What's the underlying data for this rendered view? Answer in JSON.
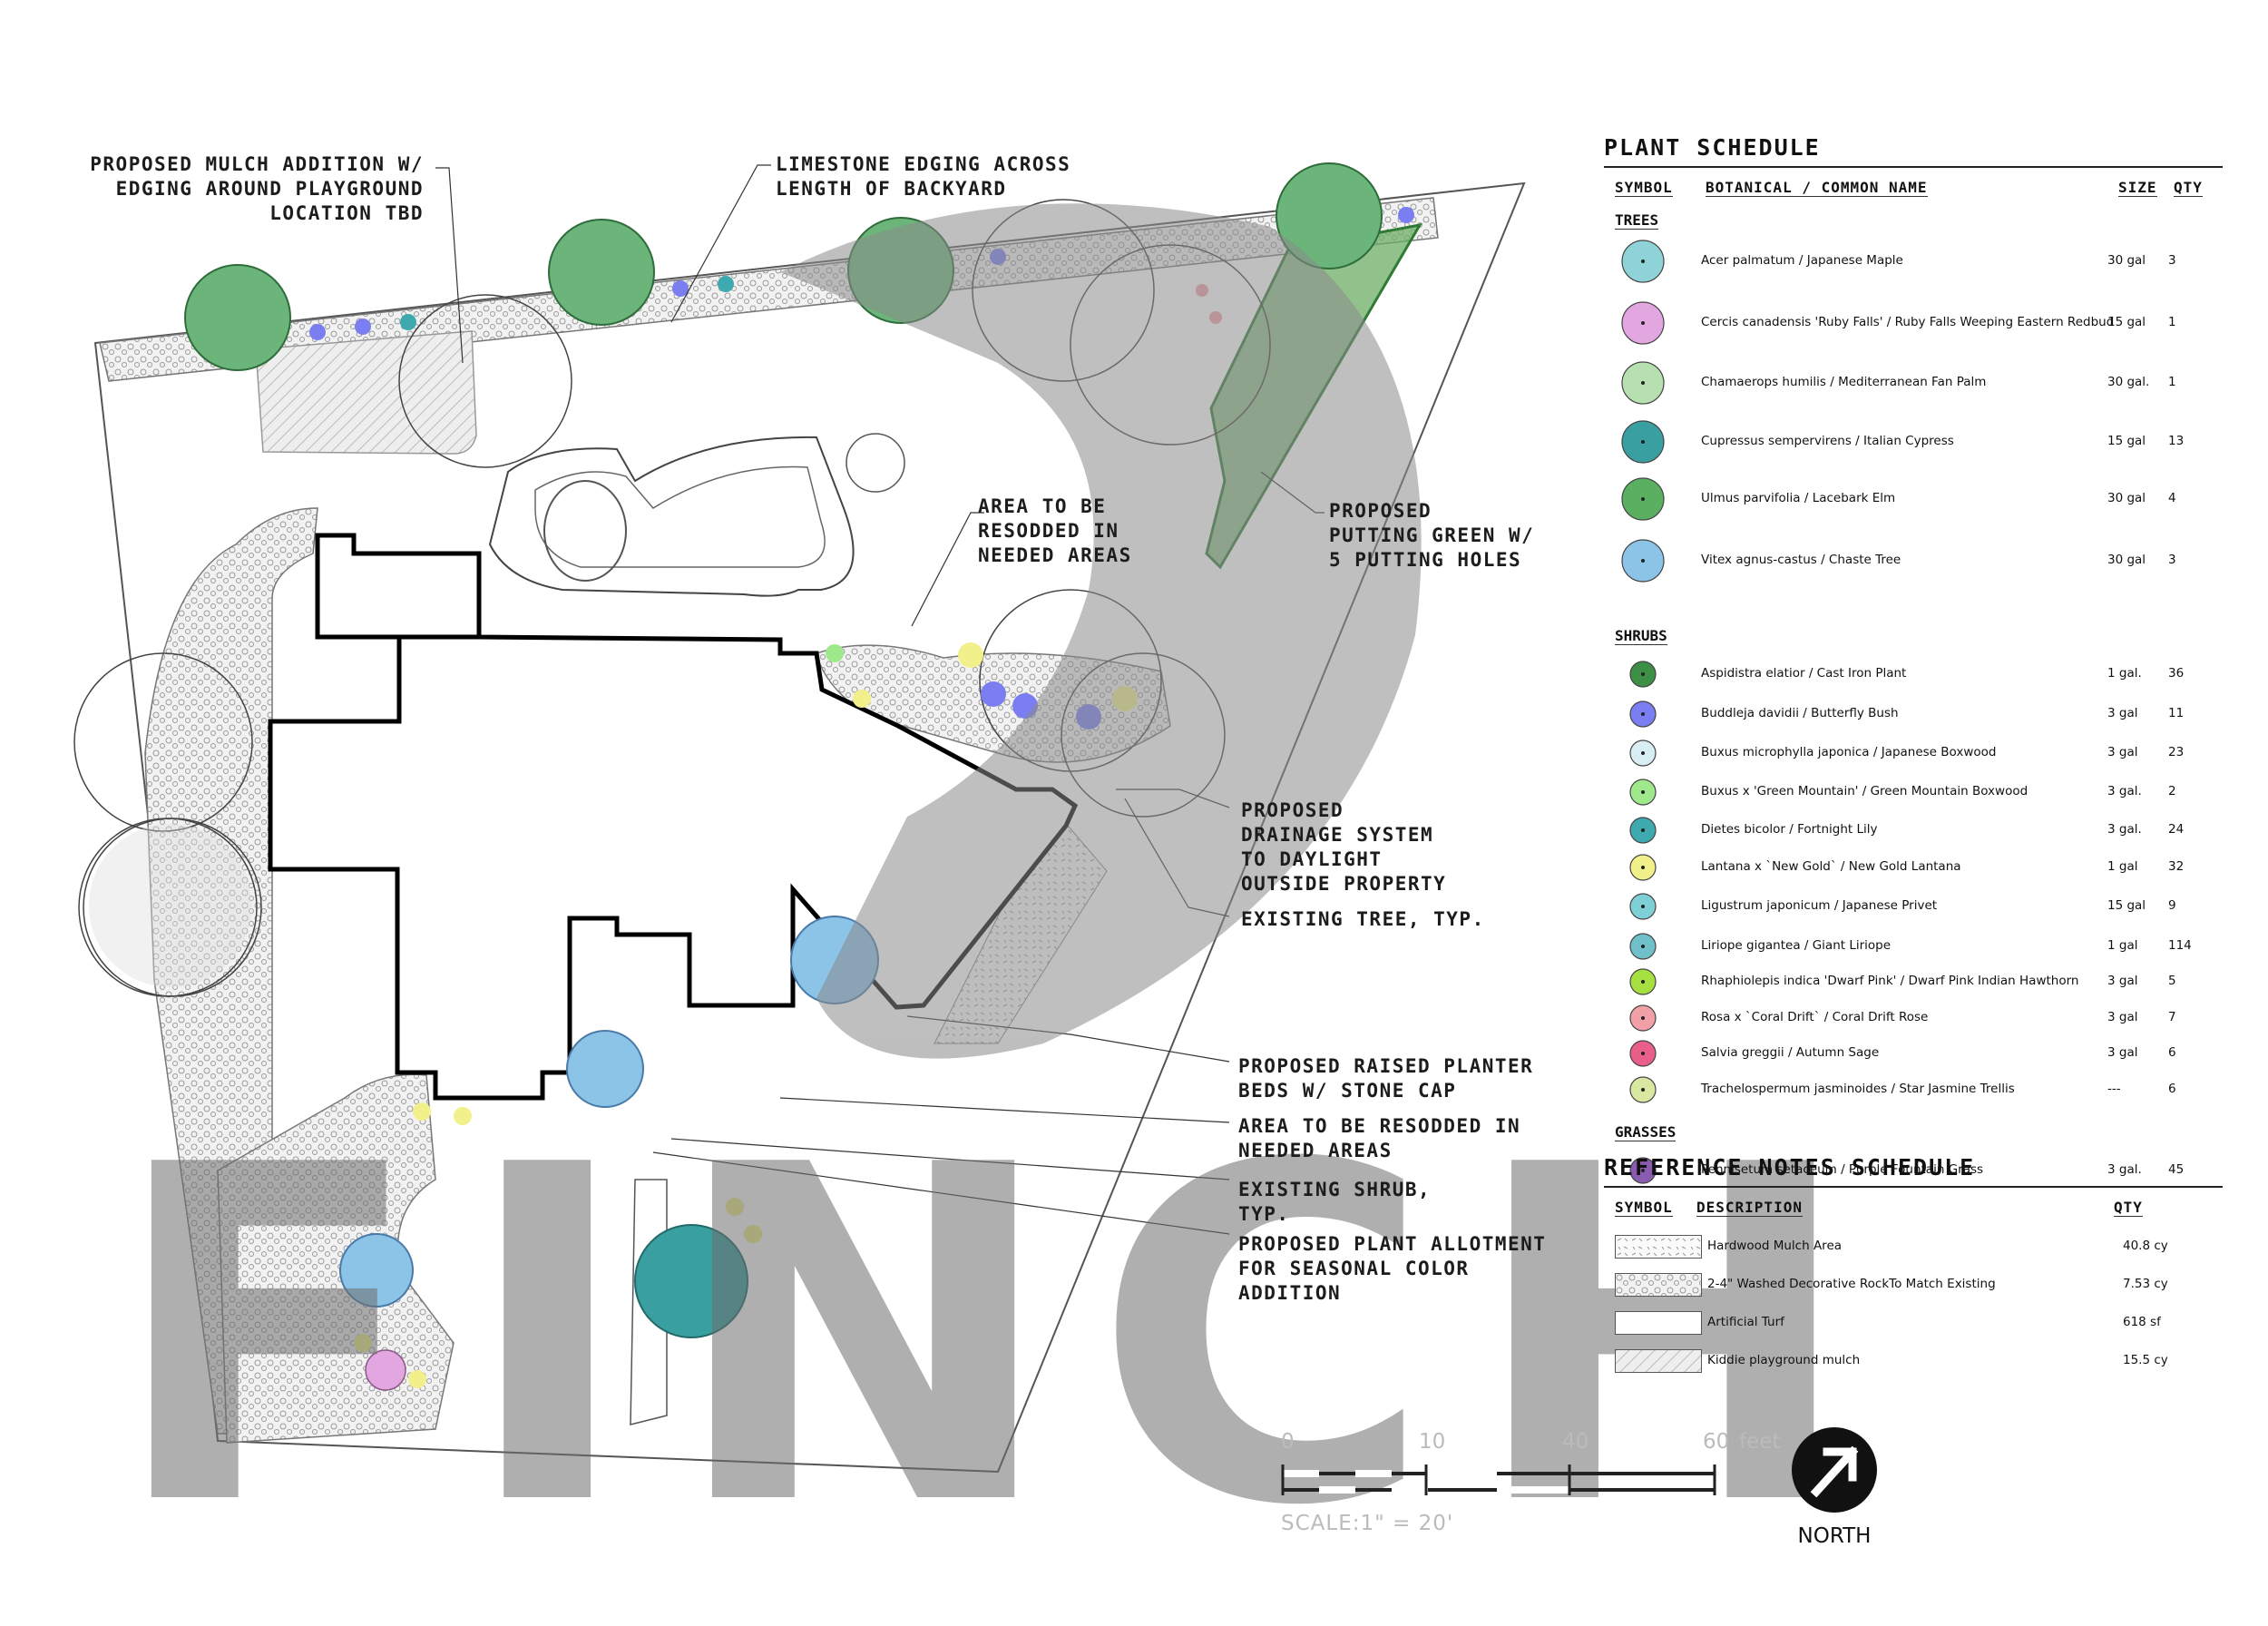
{
  "callouts": {
    "mulch": [
      "PROPOSED MULCH ADDITION W/",
      "EDGING AROUND PLAYGROUND",
      "LOCATION TBD"
    ],
    "limestone": [
      "LIMESTONE EDGING ACROSS",
      "LENGTH OF BACKYARD"
    ],
    "resod_top": [
      "AREA TO BE",
      "RESODDED IN",
      "NEEDED AREAS"
    ],
    "putting": [
      "PROPOSED",
      "PUTTING GREEN W/",
      "5 PUTTING HOLES"
    ],
    "drainage": [
      "PROPOSED",
      "DRAINAGE SYSTEM",
      "TO DAYLIGHT",
      "OUTSIDE PROPERTY"
    ],
    "existing_tree": "EXISTING TREE, TYP.",
    "raised": [
      "PROPOSED RAISED PLANTER",
      "BEDS W/ STONE CAP"
    ],
    "resod_bottom": [
      "AREA TO BE RESODDED IN",
      "NEEDED AREAS"
    ],
    "existing_shrub": [
      "EXISTING SHRUB,",
      "TYP."
    ],
    "allotment": [
      "PROPOSED PLANT ALLOTMENT",
      "FOR SEASONAL COLOR",
      "ADDITION"
    ]
  },
  "watermark": "FINCH",
  "plant_schedule": {
    "title": "PLANT SCHEDULE",
    "headers": {
      "symbol": "SYMBOL",
      "name": "BOTANICAL / COMMON NAME",
      "size": "SIZE",
      "qty": "QTY"
    },
    "groups": {
      "trees": "TREES",
      "shrubs": "SHRUBS",
      "grasses": "GRASSES"
    },
    "trees": [
      {
        "name": "Acer palmatum / Japanese Maple",
        "size": "30 gal",
        "qty": "3",
        "icon": "maple-icon",
        "color": "#8fd3d8"
      },
      {
        "name": "Cercis canadensis 'Ruby Falls' / Ruby Falls Weeping Eastern Redbud",
        "size": "15 gal",
        "qty": "1",
        "icon": "redbud-icon",
        "color": "#e2a6e0"
      },
      {
        "name": "Chamaerops humilis / Mediterranean Fan Palm",
        "size": "30 gal.",
        "qty": "1",
        "icon": "palm-icon",
        "color": "#b7e0b0"
      },
      {
        "name": "Cupressus sempervirens / Italian Cypress",
        "size": "15 gal",
        "qty": "13",
        "icon": "cypress-icon",
        "color": "#3a9fa0"
      },
      {
        "name": "Ulmus parvifolia / Lacebark Elm",
        "size": "30 gal",
        "qty": "4",
        "icon": "elm-icon",
        "color": "#5ab060"
      },
      {
        "name": "Vitex agnus-castus / Chaste Tree",
        "size": "30 gal",
        "qty": "3",
        "icon": "chaste-tree-icon",
        "color": "#8cc4e8"
      }
    ],
    "shrubs": [
      {
        "name": "Aspidistra elatior / Cast Iron Plant",
        "size": "1 gal.",
        "qty": "36",
        "icon": "cast-iron-icon",
        "color": "#3d8f45"
      },
      {
        "name": "Buddleja davidii / Butterfly Bush",
        "size": "3 gal",
        "qty": "11",
        "icon": "butterfly-bush-icon",
        "color": "#7a7ef0"
      },
      {
        "name": "Buxus microphylla japonica / Japanese Boxwood",
        "size": "3 gal",
        "qty": "23",
        "icon": "japanese-boxwood-icon",
        "color": "#d8eef2"
      },
      {
        "name": "Buxus x 'Green Mountain' / Green Mountain Boxwood",
        "size": "3 gal.",
        "qty": "2",
        "icon": "green-mountain-boxwood-icon",
        "color": "#9fe88c"
      },
      {
        "name": "Dietes bicolor / Fortnight Lily",
        "size": "3 gal.",
        "qty": "24",
        "icon": "fortnight-lily-icon",
        "color": "#3eaab0"
      },
      {
        "name": "Lantana x `New Gold` / New Gold Lantana",
        "size": "1 gal",
        "qty": "32",
        "icon": "lantana-icon",
        "color": "#f1f08a"
      },
      {
        "name": "Ligustrum japonicum / Japanese Privet",
        "size": "15 gal",
        "qty": "9",
        "icon": "privet-icon",
        "color": "#7fd0d6"
      },
      {
        "name": "Liriope gigantea / Giant Liriope",
        "size": "1 gal",
        "qty": "114",
        "icon": "liriope-icon",
        "color": "#6fc0c8"
      },
      {
        "name": "Rhaphiolepis indica 'Dwarf Pink' / Dwarf Pink Indian Hawthorn",
        "size": "3 gal",
        "qty": "5",
        "icon": "hawthorn-icon",
        "color": "#a6e040"
      },
      {
        "name": "Rosa x `Coral Drift` / Coral Drift Rose",
        "size": "3 gal",
        "qty": "7",
        "icon": "rose-icon",
        "color": "#f2a0a8"
      },
      {
        "name": "Salvia greggii / Autumn Sage",
        "size": "3 gal",
        "qty": "6",
        "icon": "sage-icon",
        "color": "#e8608a"
      },
      {
        "name": "Trachelospermum jasminoides / Star Jasmine Trellis",
        "size": "---",
        "qty": "6",
        "icon": "jasmine-icon",
        "color": "#d8e8a0"
      }
    ],
    "grasses": [
      {
        "name": "Pennisetum setaceum / Purple Fountain Grass",
        "size": "3 gal.",
        "qty": "45",
        "icon": "fountain-grass-icon",
        "color": "#8a5cb0"
      }
    ]
  },
  "reference_notes": {
    "title": "REFERENCE NOTES SCHEDULE",
    "headers": {
      "symbol": "SYMBOL",
      "description": "DESCRIPTION",
      "qty": "QTY"
    },
    "rows": [
      {
        "description": "Hardwood Mulch Area",
        "qty": "40.8 cy",
        "pattern": "mulch"
      },
      {
        "description": "2-4\" Washed Decorative RockTo Match Existing",
        "qty": "7.53 cy",
        "pattern": "rock"
      },
      {
        "description": "Artificial Turf",
        "qty": "618 sf",
        "pattern": "turf"
      },
      {
        "description": "Kiddie playground mulch",
        "qty": "15.5 cy",
        "pattern": "hatch"
      }
    ]
  },
  "scale_bar": {
    "ticks": [
      "0",
      "10",
      "40",
      "60"
    ],
    "unit": "feet",
    "text": "SCALE:1\" = 20'"
  },
  "north": "NORTH"
}
